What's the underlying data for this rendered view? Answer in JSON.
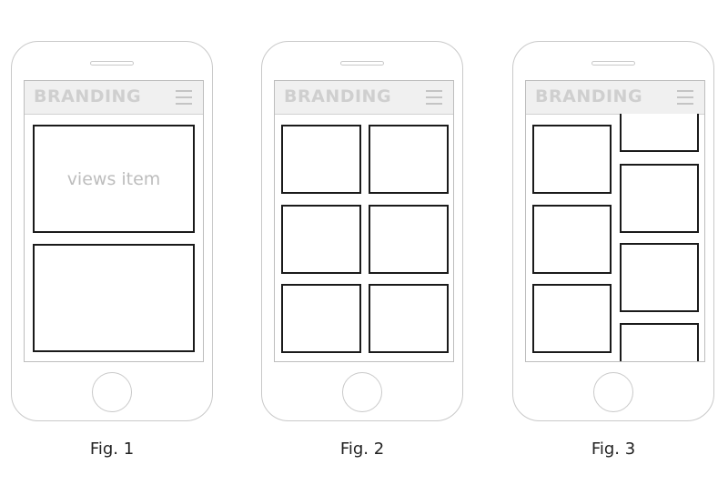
{
  "figures": [
    {
      "brand": "BRANDING",
      "item_label": "views item",
      "caption": "Fig. 1"
    },
    {
      "brand": "BRANDING",
      "caption": "Fig. 2"
    },
    {
      "brand": "BRANDING",
      "caption": "Fig. 3"
    }
  ],
  "icons": {
    "menu": "hamburger-menu-icon"
  }
}
